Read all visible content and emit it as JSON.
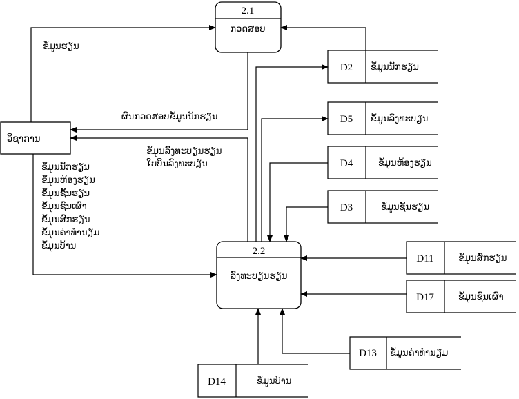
{
  "processes": {
    "p21": {
      "id": "2.1",
      "name": "ກວດສອບ"
    },
    "p22": {
      "id": "2.2",
      "name": "ລົງທະບຽນຮຽນ"
    }
  },
  "external_entity": {
    "name": "ວິຊາການ"
  },
  "stores": {
    "d2": {
      "id": "D2",
      "name": "ຂໍ້ມູນນັກຮຽນ"
    },
    "d5": {
      "id": "D5",
      "name": "ຂໍ້ມູນລົງທະບຽນ"
    },
    "d4": {
      "id": "D4",
      "name": "ຂໍ້ມູນຫ້ອງຮຽນ"
    },
    "d3": {
      "id": "D3",
      "name": "ຂໍ້ມູນຊັ້ນຮຽນ"
    },
    "d11": {
      "id": "D11",
      "name": "ຂໍ້ມູນສົກຮຽນ"
    },
    "d17": {
      "id": "D17",
      "name": "ຂໍ້ມູນຊົນເຜົ່າ"
    },
    "d13": {
      "id": "D13",
      "name": "ຂໍ້ມູນຄ່າທຳນຽມ"
    },
    "d14": {
      "id": "D14",
      "name": "ຂໍ້ມູນບ້ານ"
    }
  },
  "flows": {
    "to_check": "ຂໍ້ມູນຮຽນ",
    "check_result": "ຜົນກວດສອບຂໍ້ມູນນັກຮຽນ",
    "reg_out_1": "ຂໍ້ມູນລົງທະບຽນຮຽນ",
    "reg_out_2": "ໃບບິນລົງທະບຽນ",
    "inputs": [
      "ຂໍ້ມູນນັກຮຽນ",
      "ຂໍ້ມູນຫ້ອງຮຽນ",
      "ຂໍ້ມູນຊັ້ນຮຽນ",
      "ຂໍ້ມູນຊົນເຜົ່າ",
      "ຂໍ້ມູນສົກຮຽນ",
      "ຂໍ້ມູນຄ່າທຳນຽມ",
      "ຂໍ້ມູນບ້ານ"
    ]
  }
}
